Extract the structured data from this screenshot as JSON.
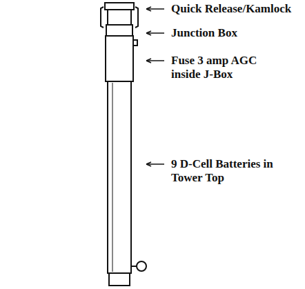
{
  "diagram": {
    "labels": [
      "Quick Release/Kamlock",
      "Junction Box",
      "Fuse 3 amp AGC inside J-Box",
      "9 D-Cell Batteries in Tower Top"
    ]
  }
}
